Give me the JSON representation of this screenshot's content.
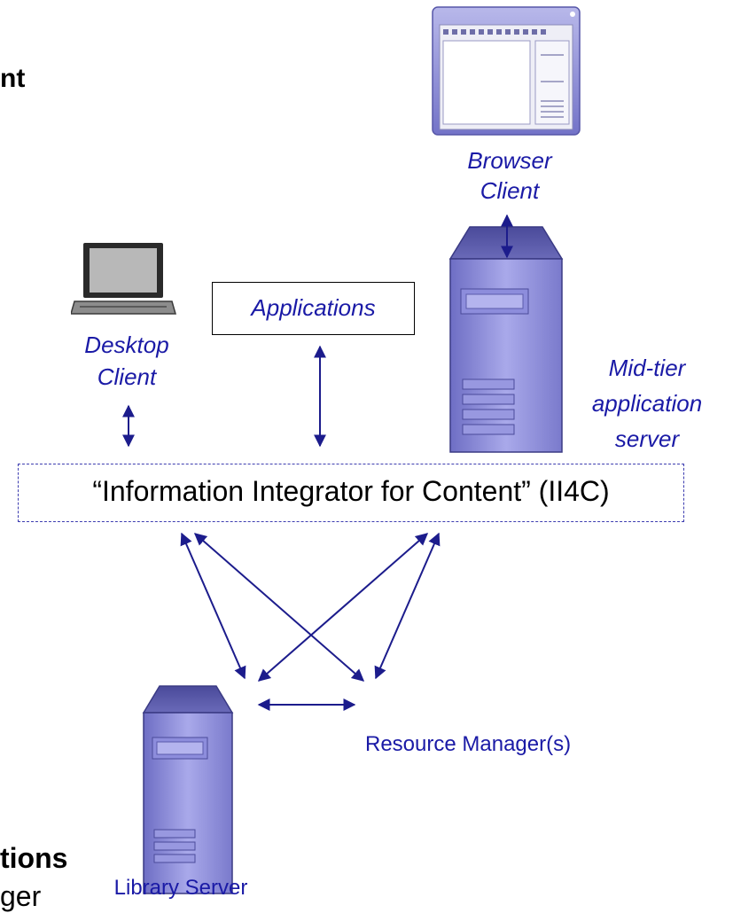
{
  "fragments": {
    "top_left": "nt",
    "bottom_left_bold": "tions",
    "bottom_left_plain": "ger"
  },
  "labels": {
    "browser_client_line1": "Browser",
    "browser_client_line2": "Client",
    "desktop_client_line1": "Desktop",
    "desktop_client_line2": "Client",
    "applications": "Applications",
    "midtier_line1": "Mid-tier",
    "midtier_line2": "application",
    "midtier_line3": "server",
    "ii4c": "“Information Integrator for Content” (II4C)",
    "resource_managers": "Resource Manager(s)",
    "library_server": "Library Server"
  },
  "colors": {
    "label_blue": "#1a1aa6",
    "arrow_navy": "#1c1c8c",
    "server_purple": "#8f8fd9"
  },
  "icons": {
    "browser": "browser-window-icon",
    "laptop": "laptop-icon",
    "midtier_server": "server-tower-icon",
    "library_server": "server-tower-icon"
  }
}
